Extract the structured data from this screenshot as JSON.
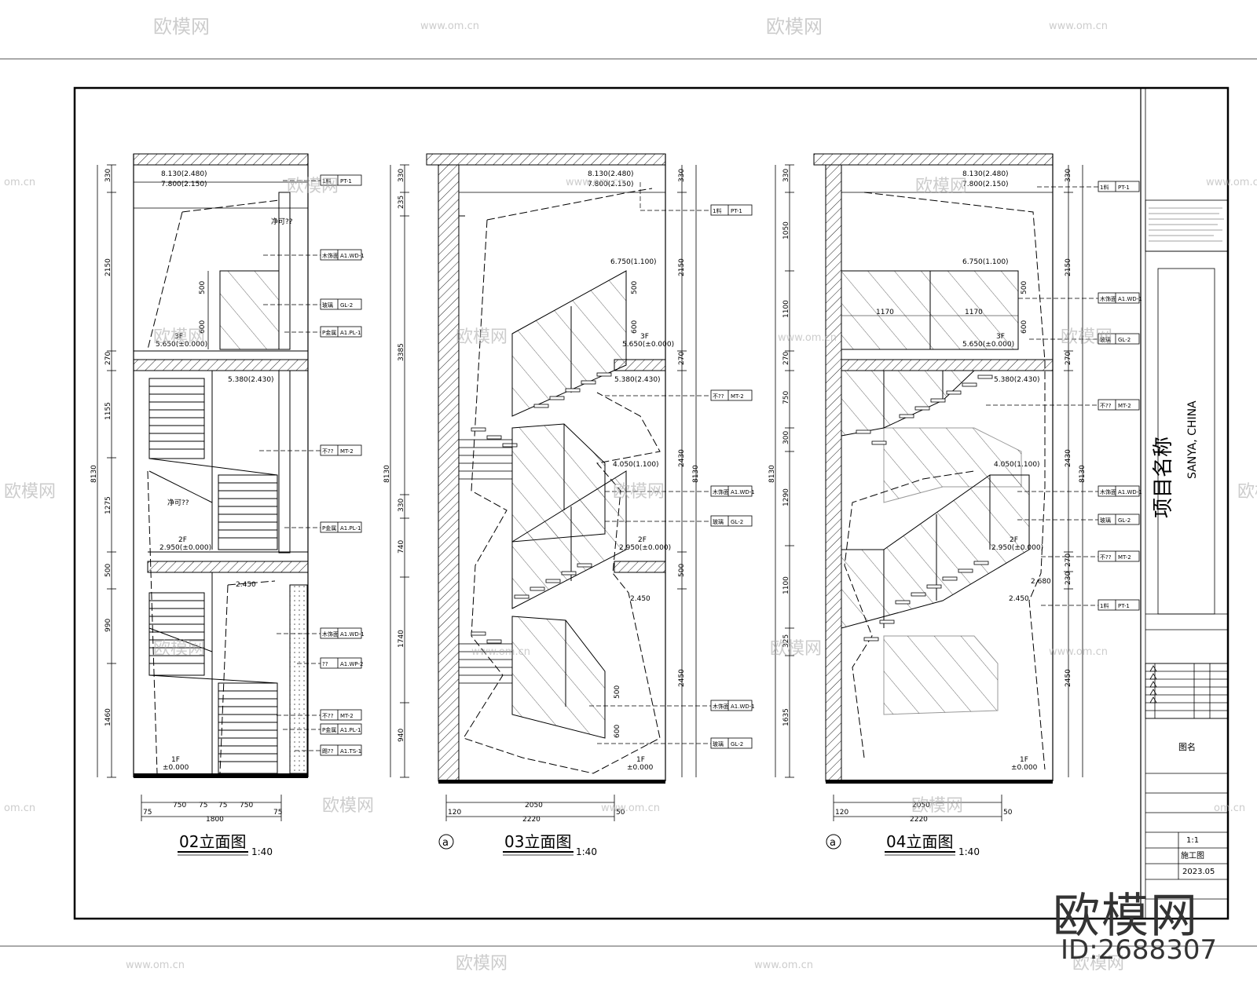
{
  "watermark": {
    "brand": "欧模网",
    "url": "www.om.cn",
    "partial_url": "om.cn",
    "id_label": "ID:2688307"
  },
  "elevation_02": {
    "title": "02立面图",
    "scale": "1:40",
    "levels": [
      "8.130(2.480)",
      "7.800(2.150)",
      "3F",
      "5.650(±0.000)",
      "5.380(2.430)",
      "2F",
      "2.950(±0.000)",
      "2.450",
      "1F",
      "±0.000"
    ],
    "dims_left": [
      "330",
      "2150",
      "270",
      "1155",
      "1275",
      "500",
      "990",
      "1460"
    ],
    "dim_total": "8130",
    "dims_inner": [
      "500",
      "600"
    ],
    "dims_bottom": [
      "75",
      "750",
      "75",
      "75",
      "750",
      "75"
    ],
    "dim_bottom_total": "1800",
    "notes": [
      "净可??",
      "净可??"
    ],
    "tags": [
      {
        "label": "1料",
        "code": "PT-1"
      },
      {
        "label": "木饰面",
        "code": "A1.WD-1"
      },
      {
        "label": "玻璃",
        "code": "GL-2"
      },
      {
        "label": "P金属",
        "code": "A1.PL-1"
      },
      {
        "label": "不??",
        "code": "MT-2"
      },
      {
        "label": "P金属",
        "code": "A1.PL-1"
      },
      {
        "label": "木饰面",
        "code": "A1.WD-1"
      },
      {
        "label": "??",
        "code": "A1.WP-2"
      },
      {
        "label": "不??",
        "code": "MT-2"
      },
      {
        "label": "P金属",
        "code": "A1.PL-1"
      },
      {
        "label": "踢??",
        "code": "A1.TS-1"
      }
    ]
  },
  "elevation_03": {
    "title": "03立面图",
    "scale": "1:40",
    "axis": "a",
    "levels": [
      "8.130(2.480)",
      "7.800(2.150)",
      "6.750(1.100)",
      "3F",
      "5.650(±0.000)",
      "5.380(2.430)",
      "4.050(1.100)",
      "2F",
      "2.950(±0.000)",
      "2.450",
      "1F",
      "±0.000"
    ],
    "dims_left": [
      "330",
      "235",
      "3385",
      "330",
      "740",
      "1740",
      "940"
    ],
    "dims_right": [
      "330",
      "2150",
      "270",
      "2430",
      "500",
      "2450"
    ],
    "dim_total": "8130",
    "dims_inner": [
      "500",
      "600",
      "500",
      "600"
    ],
    "dims_bottom": [
      "120",
      "2050",
      "50"
    ],
    "dim_bottom_total": "2220",
    "tags": [
      {
        "label": "1料",
        "code": "PT-1"
      },
      {
        "label": "不??",
        "code": "MT-2"
      },
      {
        "label": "木饰面",
        "code": "A1.WD-1"
      },
      {
        "label": "玻璃",
        "code": "GL-2"
      },
      {
        "label": "木饰面",
        "code": "A1.WD-1"
      },
      {
        "label": "玻璃",
        "code": "GL-2"
      }
    ]
  },
  "elevation_04": {
    "title": "04立面图",
    "scale": "1:40",
    "axis": "a",
    "levels": [
      "8.130(2.480)",
      "7.800(2.150)",
      "6.750(1.100)",
      "3F",
      "5.650(±0.000)",
      "5.380(2.430)",
      "4.050(1.100)",
      "2F",
      "2.950(±0.000)",
      "2.680",
      "2.450",
      "1F",
      "±0.000"
    ],
    "dims_left": [
      "330",
      "1050",
      "1100",
      "270",
      "750",
      "300",
      "1290",
      "1100",
      "325",
      "1635"
    ],
    "dims_right": [
      "330",
      "2150",
      "270",
      "2430",
      "270",
      "230",
      "2450"
    ],
    "dim_total": "8130",
    "dims_inner": [
      "500",
      "600",
      "1170",
      "1170"
    ],
    "dims_bottom": [
      "120",
      "2050",
      "50"
    ],
    "dim_bottom_total": "2220",
    "tags": [
      {
        "label": "1料",
        "code": "PT-1"
      },
      {
        "label": "木饰面",
        "code": "A1.WD-1"
      },
      {
        "label": "玻璃",
        "code": "GL-2"
      },
      {
        "label": "不??",
        "code": "MT-2"
      },
      {
        "label": "木饰面",
        "code": "A1.WD-1"
      },
      {
        "label": "玻璃",
        "code": "GL-2"
      },
      {
        "label": "不??",
        "code": "MT-2"
      },
      {
        "label": "1料",
        "code": "PT-1"
      }
    ]
  },
  "title_block": {
    "project_name": "项目名称",
    "location": "SANYA, CHINA",
    "drawing_name": "图名",
    "scale": "1:1",
    "stage": "施工图",
    "date": "2023.05"
  }
}
